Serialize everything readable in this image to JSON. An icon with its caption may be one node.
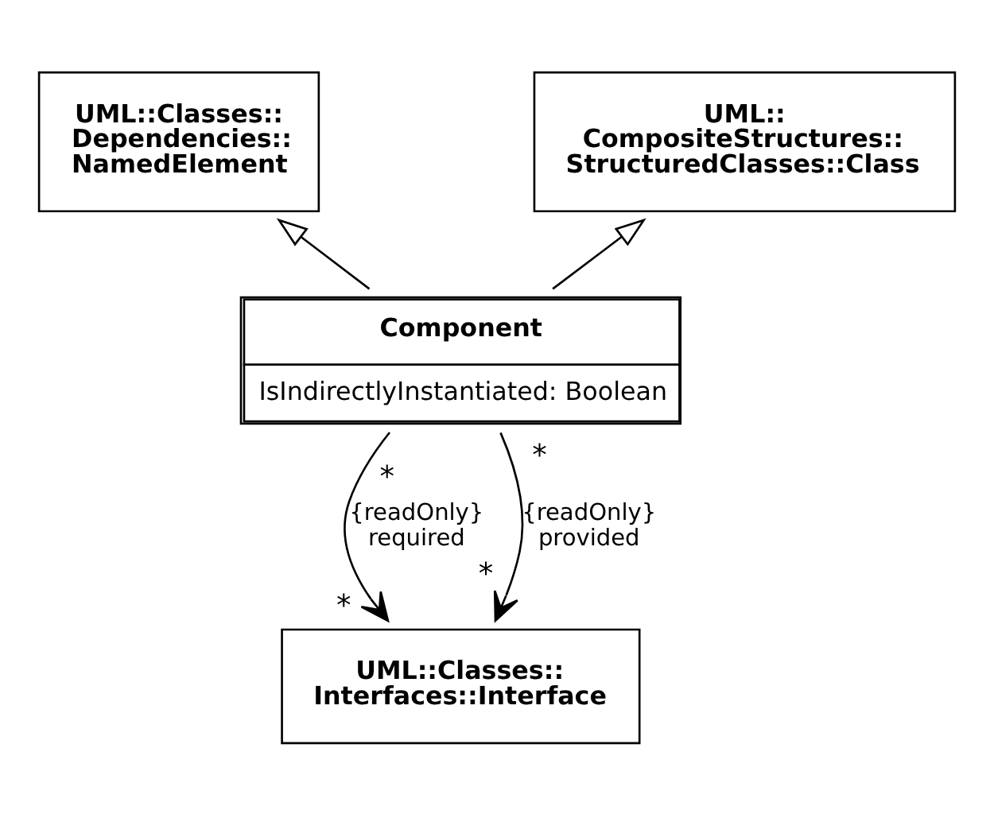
{
  "diagram": {
    "nodes": [
      {
        "text": [
          "UML::Classes:: Dependencies:: NamedElement"
        ]
      },
      {
        "text": [
          "UML:: CompositeStructures:: StructuredClasses::Class"
        ]
      },
      {
        "text": [
          "Component",
          "IsIndirectlyInstantiated: Boolean"
        ]
      },
      {
        "text": [
          "UML::Classes:: Interfaces::Interface"
        ]
      }
    ],
    "edges": [
      {
        "from": 2,
        "to": 0,
        "arrow": "to"
      },
      {
        "from": 2,
        "to": 1,
        "arrow": "to"
      },
      {
        "from": 2,
        "to": 3,
        "arrow": "to",
        "label": "{readOnly} required"
      },
      {
        "from": 2,
        "to": 3,
        "arrow": "to",
        "label": "{readOnly} provided"
      }
    ],
    "labels": [
      "*",
      "*",
      "*",
      "*"
    ]
  }
}
